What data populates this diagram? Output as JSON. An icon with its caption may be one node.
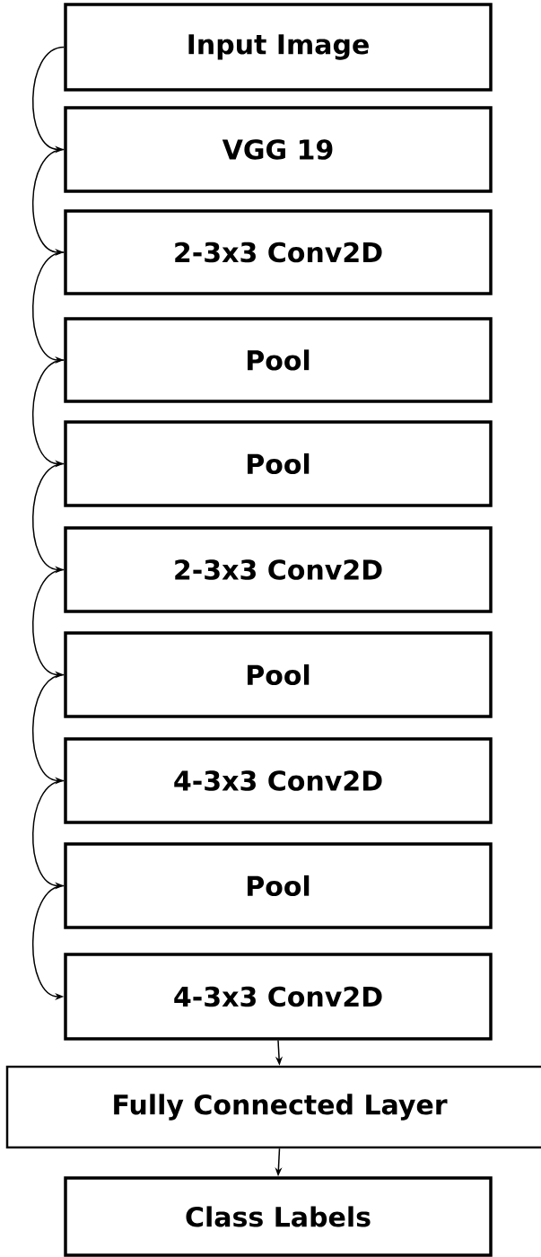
{
  "diagram": {
    "nodes": [
      {
        "text": [
          "Input Image"
        ]
      },
      {
        "text": [
          "VGG 19"
        ]
      },
      {
        "text": [
          "2-3x3 Conv2D"
        ]
      },
      {
        "text": [
          "Pool"
        ]
      },
      {
        "text": [
          "Pool"
        ]
      },
      {
        "text": [
          "2-3x3 Conv2D"
        ]
      },
      {
        "text": [
          "Pool"
        ]
      },
      {
        "text": [
          "4-3x3 Conv2D"
        ]
      },
      {
        "text": [
          "Pool"
        ]
      },
      {
        "text": [
          "4-3x3 Conv2D"
        ]
      },
      {
        "text": [
          "Fully Connected Layer"
        ]
      },
      {
        "text": [
          "Class Labels"
        ]
      }
    ],
    "edges": [
      {
        "from": 0,
        "to": 1,
        "arrow": "to"
      },
      {
        "from": 1,
        "to": 2,
        "arrow": "to"
      },
      {
        "from": 2,
        "to": 3,
        "arrow": "to"
      },
      {
        "from": 3,
        "to": 4,
        "arrow": "to"
      },
      {
        "from": 4,
        "to": 5,
        "arrow": "to"
      },
      {
        "from": 5,
        "to": 6,
        "arrow": "to"
      },
      {
        "from": 6,
        "to": 7,
        "arrow": "to"
      },
      {
        "from": 7,
        "to": 8,
        "arrow": "to"
      },
      {
        "from": 8,
        "to": 9,
        "arrow": "to"
      },
      {
        "from": 9,
        "to": 10,
        "arrow": "to"
      },
      {
        "from": 10,
        "to": 11,
        "arrow": "to"
      }
    ]
  }
}
